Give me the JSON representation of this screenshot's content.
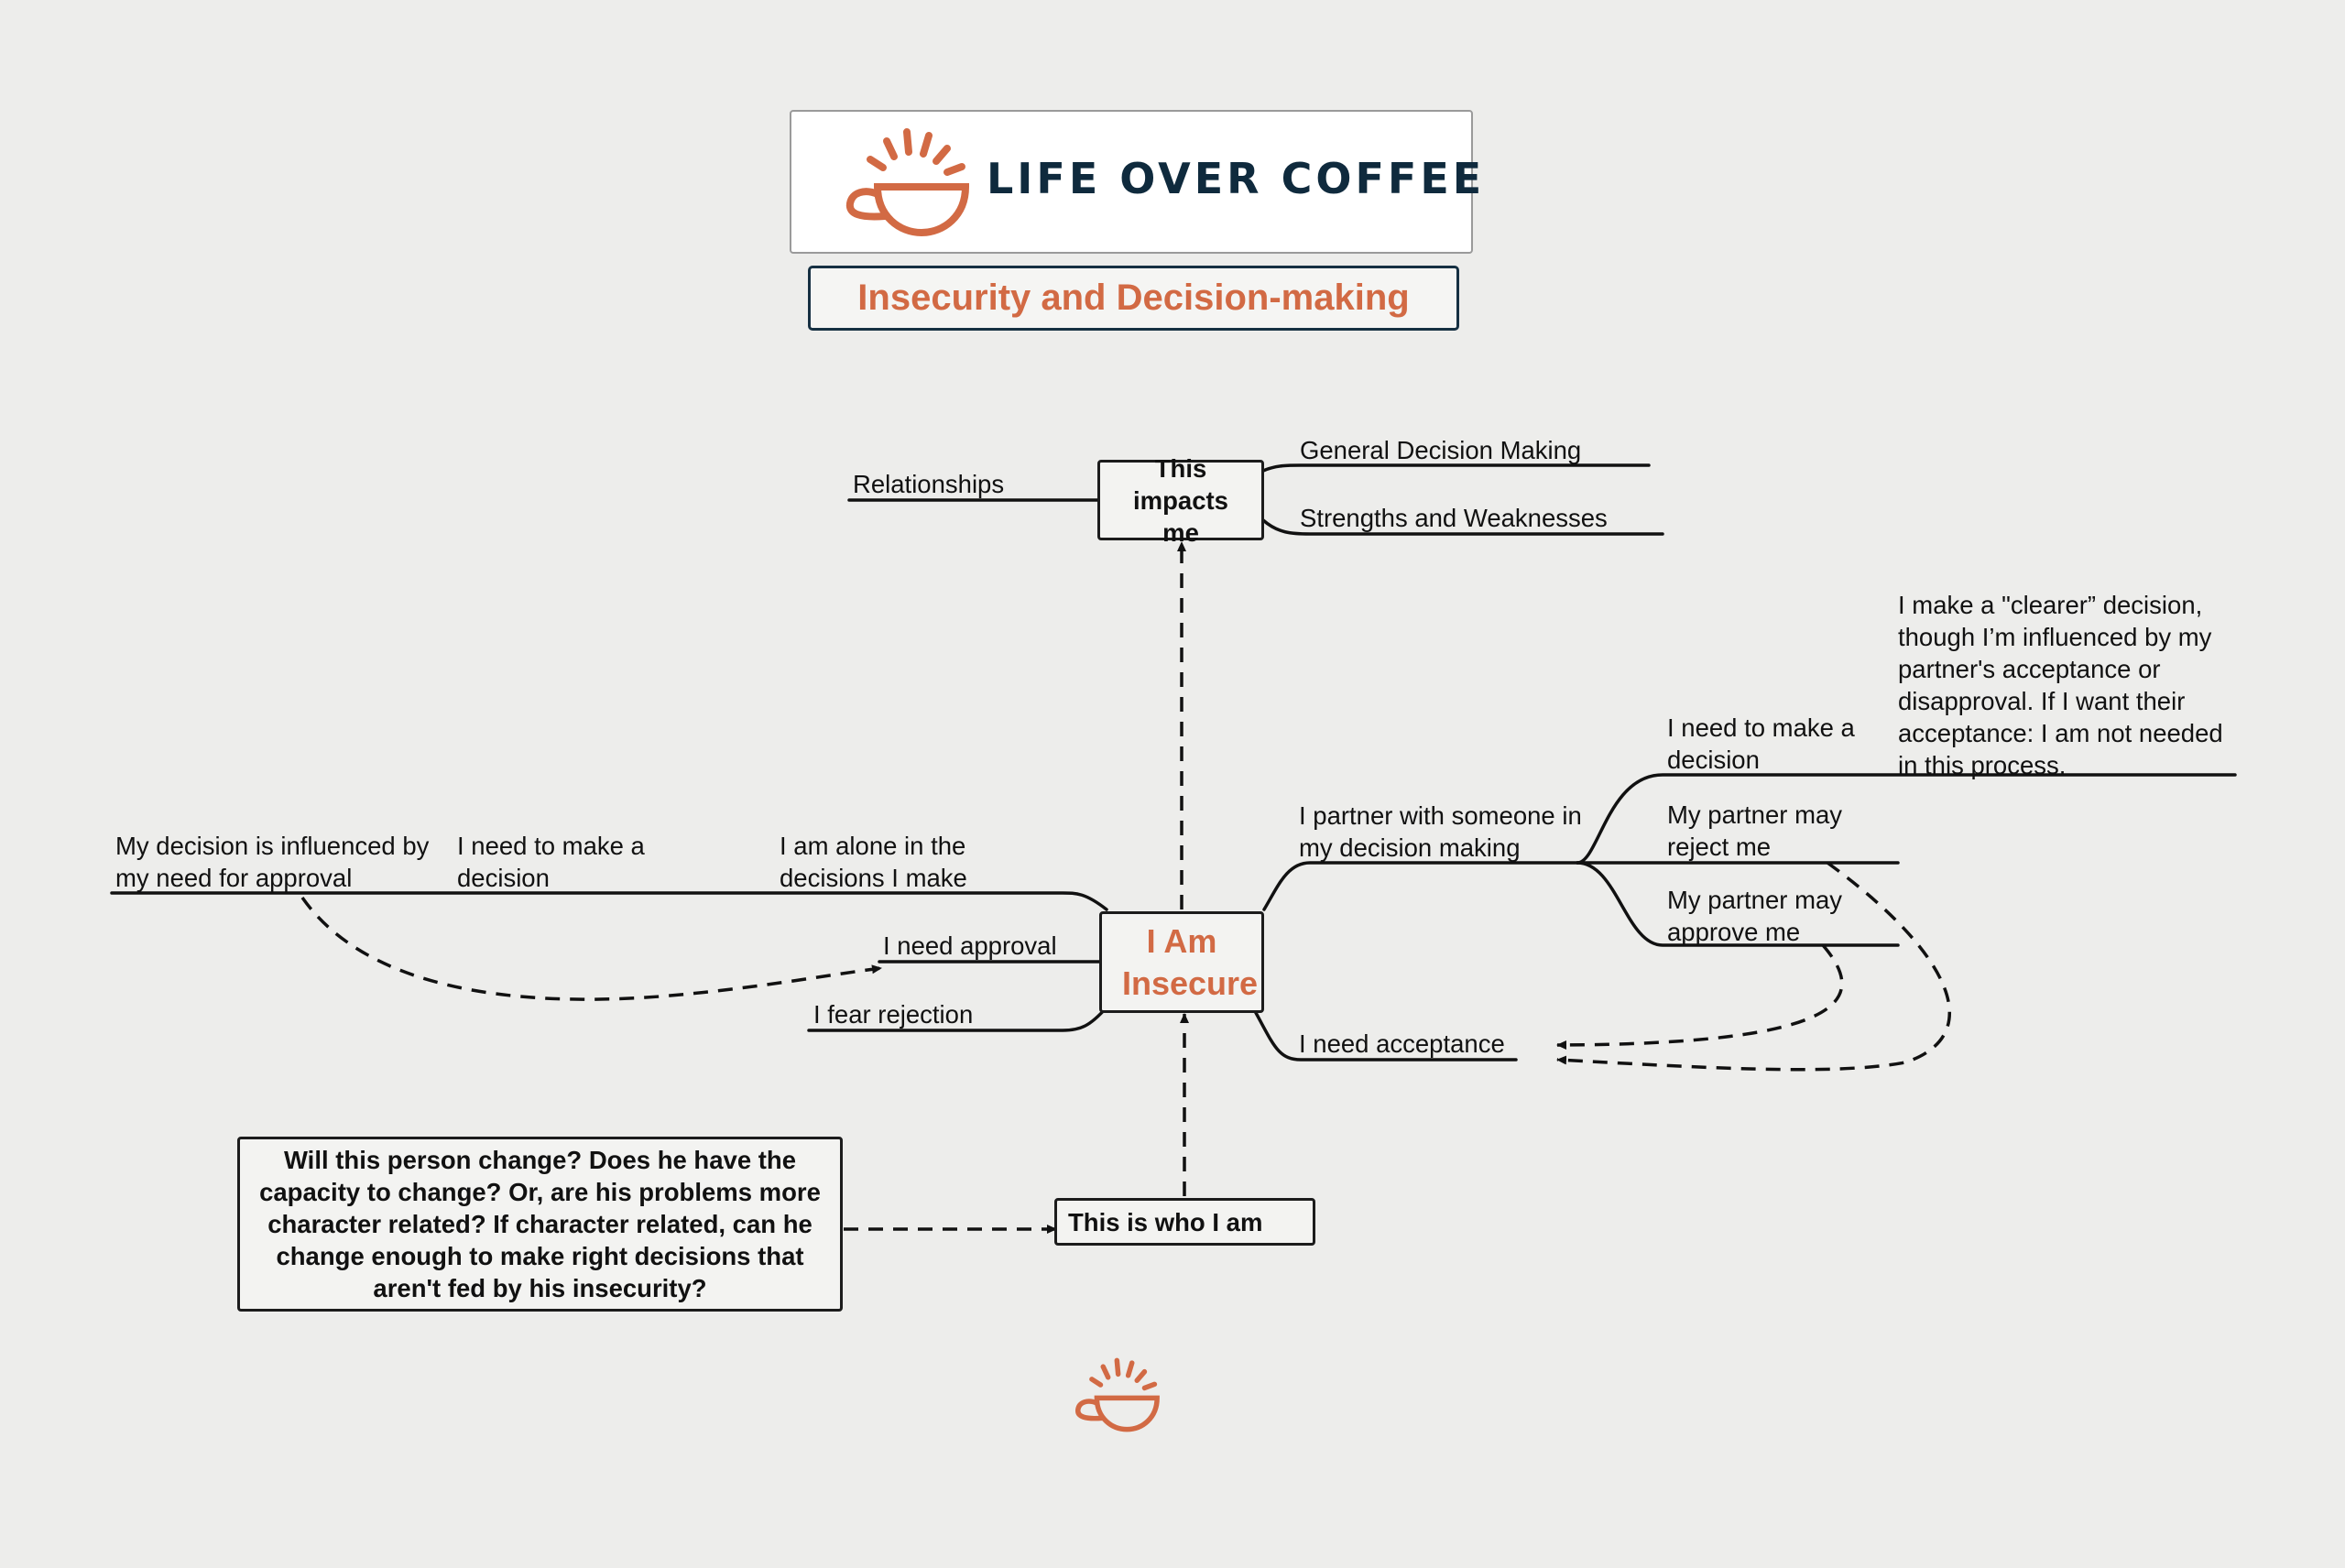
{
  "brand": {
    "name": "LIFE OVER COFFEE",
    "accent_color": "#d26a44",
    "text_color": "#0f2a3d",
    "icon": "coffee-cup-sunrise-icon"
  },
  "title": "Insecurity and Decision-making",
  "center": "I Am Insecure",
  "impacts": {
    "box": "This impacts me",
    "left": "Relationships",
    "right": [
      "General Decision Making",
      "Strengths and Weaknesses"
    ]
  },
  "left_branch": {
    "alone": "I am alone in the decisions I make",
    "need_decision": "I need to make a decision",
    "influenced": "My decision is influenced by my need for approval",
    "need_approval": "I need approval",
    "fear_rejection": "I fear rejection"
  },
  "right_branch": {
    "partner": "I partner with someone in my decision making",
    "need_decision": "I need to make a decision",
    "clearer": "I make a \"clearer” decision, though I’m influenced by my partner's acceptance or disapproval. If I want their acceptance: I am not needed in this process.",
    "may_reject": "My partner may reject me",
    "may_approve": "My partner may approve me",
    "need_acceptance": "I need acceptance"
  },
  "bottom": {
    "who_i_am": "This is who I am",
    "question": "Will this person change? Does he have the capacity to change? Or, are his problems more character related? If character related, can he change enough to make right decisions that aren't fed by his insecurity?"
  }
}
